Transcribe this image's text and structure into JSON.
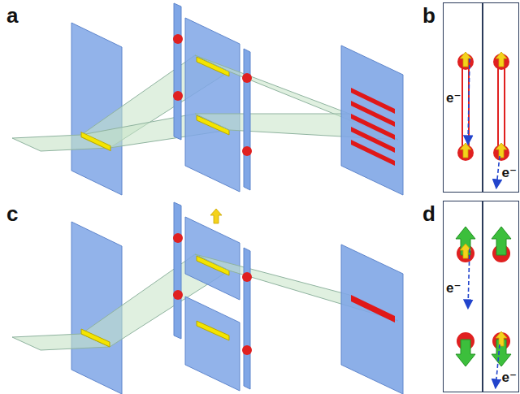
{
  "diagram": {
    "nodes": [
      {
        "text": [
          "e⁻"
        ]
      },
      {
        "text": [
          "e⁻"
        ]
      },
      {
        "text": [
          "e⁻"
        ]
      },
      {
        "text": [
          "e⁻"
        ]
      }
    ],
    "labels": [
      "a",
      "b",
      "c",
      "d"
    ]
  }
}
